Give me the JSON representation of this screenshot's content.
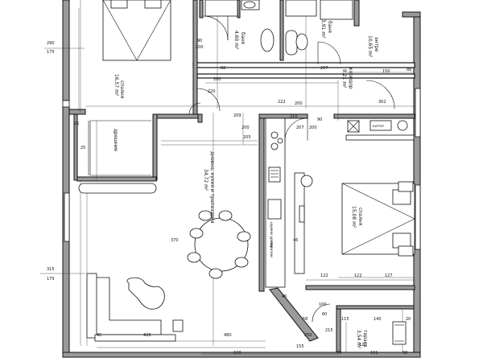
{
  "colors": {
    "wall_fill": "#9a9a9a",
    "line": "#111111",
    "background": "#ffffff"
  },
  "rooms": {
    "bedroom1_name": "спалня",
    "bedroom1_area": "16,57 m²",
    "bath1_name": "баня",
    "bath1_area": "4,60 m²",
    "bath2_name": "баня",
    "bath2_area": "3,91 m²",
    "hall_name": "антре",
    "hall_area": "10,65 m²",
    "corridor_name": "коридор",
    "corridor_area": "9,21 m²",
    "dressing_name": "дрешник",
    "living_name": "дневна, кухня и трапезария",
    "living_area": "34,72 m²",
    "bedroom2_name": "спалня",
    "bedroom2_area": "15,08 m²",
    "terrace_name": "тераса",
    "terrace_area": "3,54 m²",
    "cabinet1_label": "шумни уреди",
    "cabinet2_label": "перални"
  },
  "appliances": {
    "boiler_label": "котел"
  },
  "dimensions": {
    "left_290": "290",
    "left_175": "175",
    "left_315": "315",
    "left_175b": "175",
    "d_90": "90",
    "d_220": "220",
    "d_200": "200",
    "d_82": "82",
    "d_200b": "200",
    "d_207": "207",
    "d_222": "222",
    "d_302": "302",
    "d_150": "150",
    "d_200c": "200",
    "d_90b": "90",
    "d_200d": "200",
    "d_210": "210",
    "d_207b": "207",
    "d_127": "127",
    "d_45": "45",
    "d_122": "122",
    "d_122b": "122",
    "d_428": "428",
    "d_100": "100",
    "d_215": "215",
    "d_250": "250",
    "d_115": "115",
    "d_155": "155",
    "d_60": "60",
    "d_58": "58",
    "d_25": "25",
    "d_25b": "25",
    "d_46": "46",
    "d_45b": "45",
    "d_120": "120",
    "d_98": "98",
    "d_140": "140",
    "d_101": "101",
    "d_70": "70",
    "d_20": "20",
    "d_620": "620",
    "d_480": "480",
    "d_370": "370",
    "d_88": "88",
    "d_200e": "200",
    "d_209": "209",
    "d_205": "205"
  }
}
